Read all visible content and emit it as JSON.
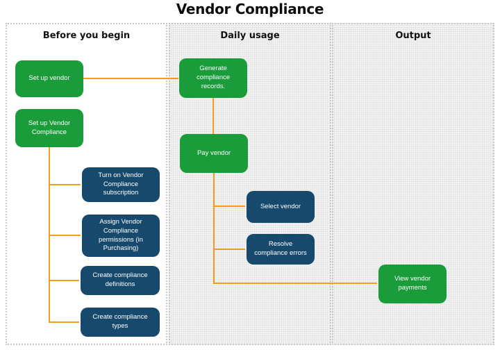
{
  "title": "Vendor Compliance",
  "columns": [
    {
      "label": "Before you begin",
      "nodes": [
        {
          "label": "Set up vendor",
          "kind": "milestone"
        },
        {
          "label": "Set up Vendor Compliance",
          "kind": "milestone"
        },
        {
          "label": "Turn on Vendor Compliance subscription",
          "kind": "step"
        },
        {
          "label": "Assign Vendor Compliance permissions (in Purchasing)",
          "kind": "step"
        },
        {
          "label": "Create compliance definitions",
          "kind": "step"
        },
        {
          "label": "Create compliance types",
          "kind": "step"
        }
      ]
    },
    {
      "label": "Daily usage",
      "nodes": [
        {
          "label": "Generate compliance records.",
          "kind": "milestone"
        },
        {
          "label": "Pay vendor",
          "kind": "milestone"
        },
        {
          "label": "Select vendor",
          "kind": "step"
        },
        {
          "label": "Resolve compliance errors",
          "kind": "step"
        }
      ]
    },
    {
      "label": "Output",
      "nodes": [
        {
          "label": "View vendor payments",
          "kind": "milestone"
        }
      ]
    }
  ],
  "colors": {
    "node_green": "#1b9c3b",
    "node_navy": "#17496d",
    "connector": "#f49c1d",
    "panel_fill": "#f3f3f3",
    "panel_border": "#c8c8c8",
    "title_text": "#0d0d0d",
    "node_text": "#ffffff"
  }
}
